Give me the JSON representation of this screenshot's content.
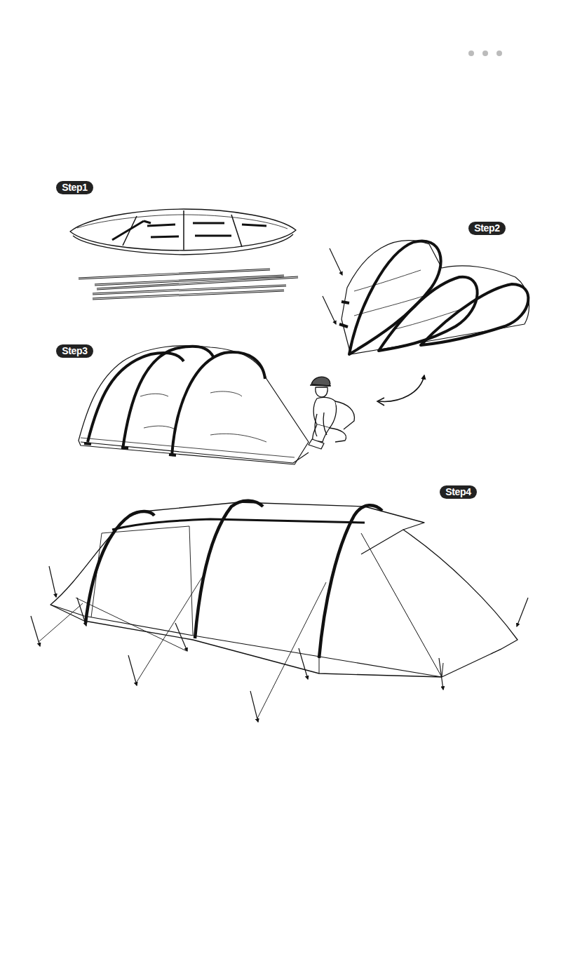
{
  "diagram": {
    "nodes": [
      {
        "text": [
          "Step1"
        ]
      },
      {
        "text": [
          "Step2"
        ]
      },
      {
        "text": [
          "Step3"
        ]
      },
      {
        "text": [
          "Step4"
        ]
      }
    ]
  }
}
